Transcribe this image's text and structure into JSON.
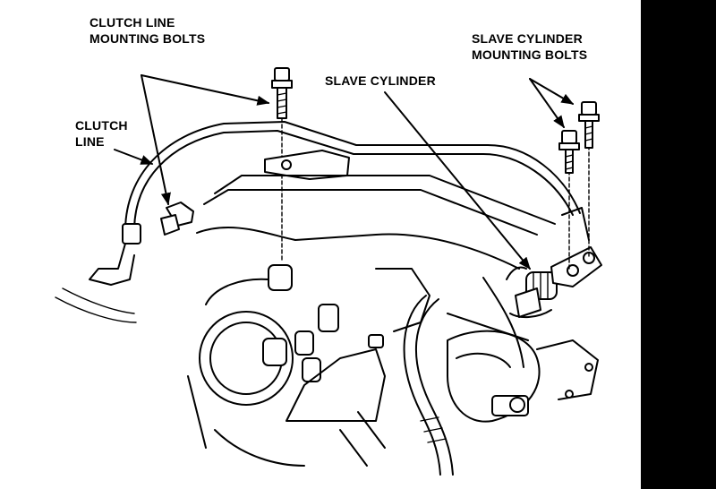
{
  "labels": {
    "clutch_line_bolts_1": "CLUTCH LINE",
    "clutch_line_bolts_2": "MOUNTING BOLTS",
    "clutch_line_1": "CLUTCH",
    "clutch_line_2": "LINE",
    "slave_cylinder": "SLAVE CYLINDER",
    "slave_bolts_1": "SLAVE CYLINDER",
    "slave_bolts_2": "MOUNTING BOLTS"
  },
  "colors": {
    "ink": "#000000",
    "paper": "#ffffff",
    "edge_bar": "#000000"
  }
}
